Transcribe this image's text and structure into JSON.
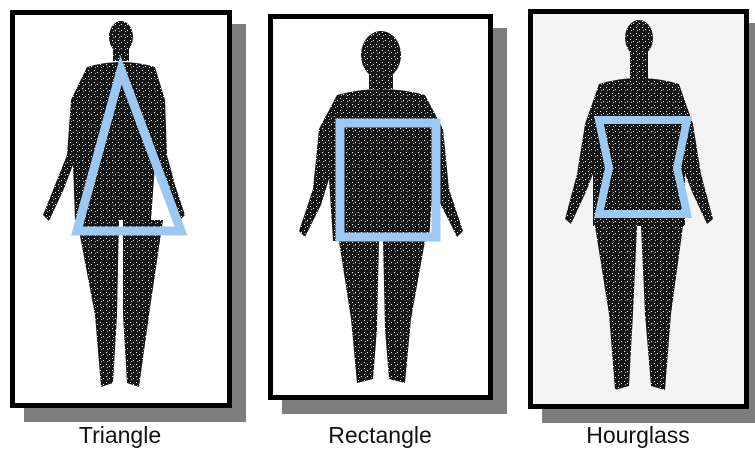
{
  "figure": {
    "panels": [
      {
        "label": "Triangle"
      },
      {
        "label": "Rectangle"
      },
      {
        "label": "Hourglass"
      }
    ],
    "colors": {
      "shape_outline": "#9cc8f4",
      "silhouette": "#151515",
      "frame": "#000000",
      "shadow": "#7d7d7d"
    }
  }
}
